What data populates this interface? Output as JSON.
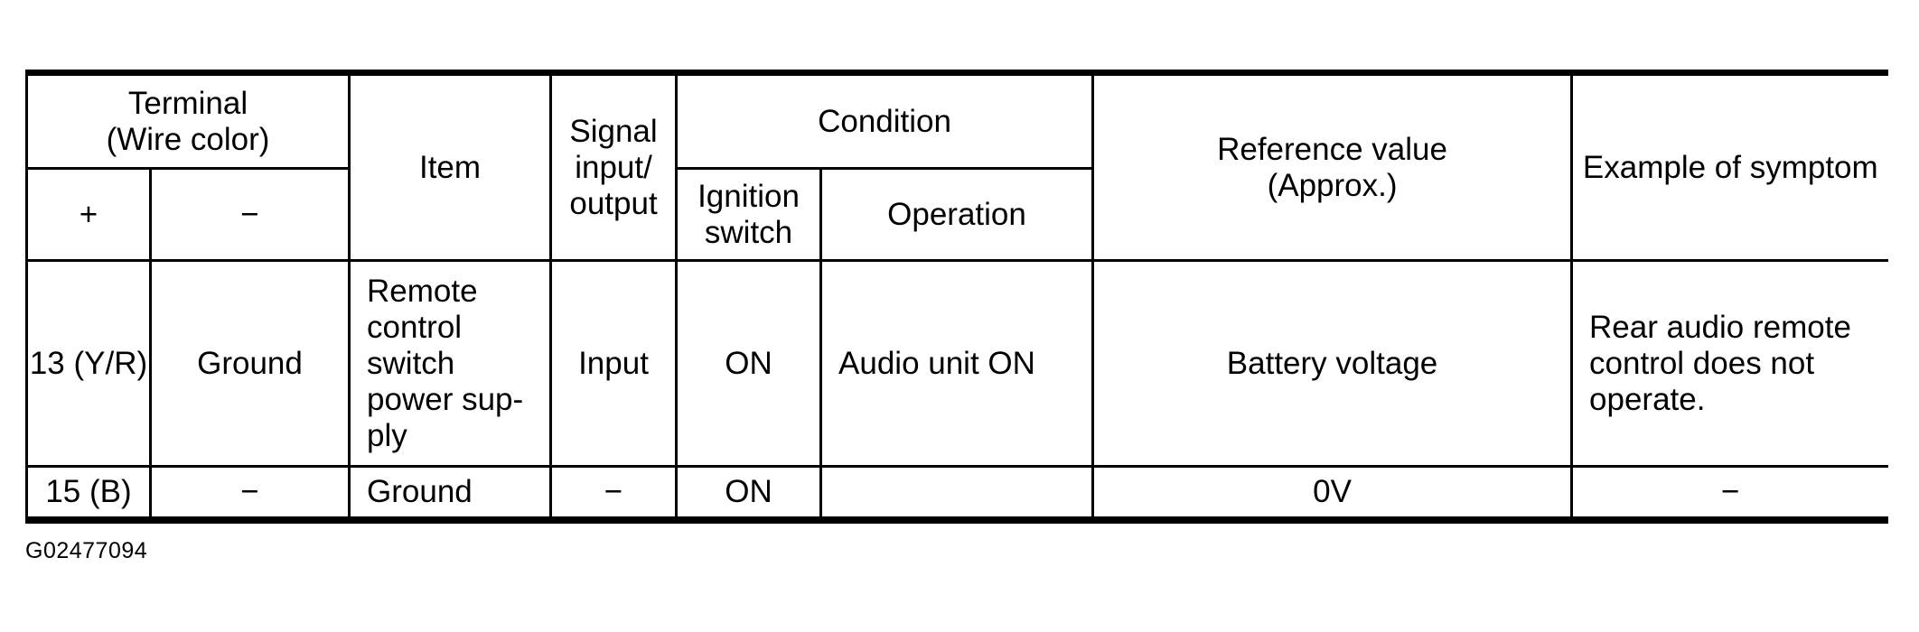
{
  "table": {
    "header": {
      "terminal": "Terminal\n(Wire color)",
      "plus": "+",
      "minus": "−",
      "item": "Item",
      "signal": "Signal\ninput/\noutput",
      "condition": "Condition",
      "ignition_switch": "Ignition\nswitch",
      "operation": "Operation",
      "reference_value": "Reference value\n(Approx.)",
      "example_of_symptom": "Example of symptom"
    },
    "rows": [
      {
        "terminal_plus": "13 (Y/R)",
        "terminal_minus": "Ground",
        "item": "Remote\ncontrol\nswitch\npower sup-\nply",
        "signal": "Input",
        "ignition_switch": "ON",
        "operation": "Audio unit ON",
        "reference_value": "Battery voltage",
        "example_of_symptom": "Rear audio remote\ncontrol does not\noperate."
      },
      {
        "terminal_plus": "15 (B)",
        "terminal_minus": "−",
        "item": "Ground",
        "signal": "−",
        "ignition_switch": "ON",
        "operation": "",
        "reference_value": "0V",
        "example_of_symptom": "−"
      }
    ]
  },
  "footer": {
    "figure_id": "G02477094"
  }
}
